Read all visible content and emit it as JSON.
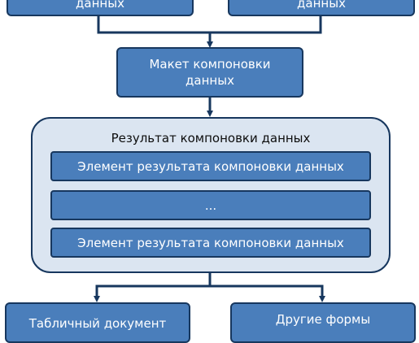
{
  "nodes": {
    "source_left": "данных",
    "source_right": "данных",
    "layout_template": "Макет компоновки данных",
    "result": {
      "title": "Результат компоновки данных",
      "items": [
        "Элемент результата компоновки данных",
        "...",
        "Элемент результата компоновки данных"
      ]
    },
    "output_left": "Табличный документ",
    "output_right": "Другие формы"
  },
  "colors": {
    "box_fill": "#4a7ebb",
    "box_border": "#17375e",
    "container_fill": "#dbe5f1",
    "connector": "#17375e"
  }
}
